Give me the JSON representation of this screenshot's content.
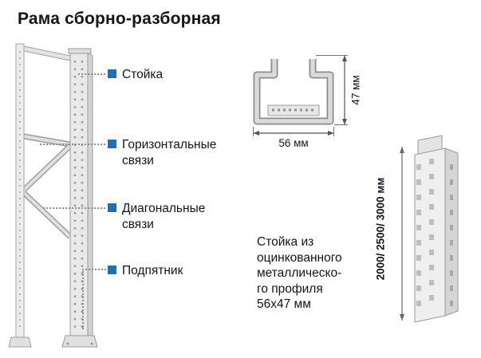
{
  "title": "Рама сборно-разборная",
  "legend": {
    "items": [
      {
        "label": "Стойка"
      },
      {
        "label": "Горизонтальные связи"
      },
      {
        "label": "Диагональные связи"
      },
      {
        "label": "Подпятник"
      }
    ]
  },
  "profile_section": {
    "width_dimension": "56 мм",
    "height_dimension": "47 мм",
    "description_lines": [
      "Стойка из",
      "оцинкованного",
      "металлическо-",
      "го профиля",
      "56х47 мм"
    ]
  },
  "post_section": {
    "height_dimension": "2000/ 2500/ 3000 мм"
  },
  "colors": {
    "accent_blue": "#1b72b8",
    "text_dark": "#14141e",
    "drawing_stroke": "#9a9a9a"
  }
}
